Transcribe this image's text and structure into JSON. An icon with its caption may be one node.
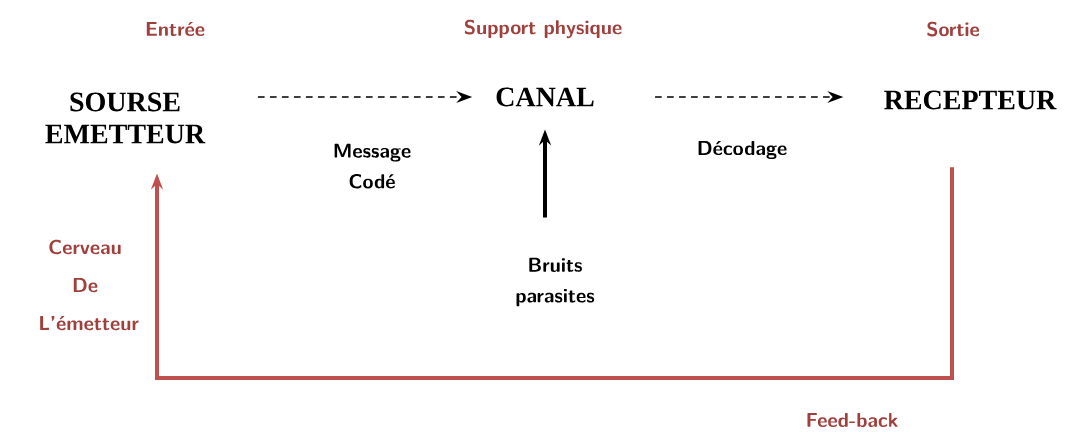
{
  "diagram": {
    "nodes": [
      {
        "text": [
          "SOURSE EMETTEUR"
        ]
      },
      {
        "text": [
          "CANAL"
        ]
      },
      {
        "text": [
          "RECEPTEUR"
        ]
      },
      {
        "text": [
          "Bruits parasites"
        ]
      }
    ],
    "edges": [
      {
        "from": 0,
        "to": 1,
        "arrow": "to",
        "label": "Message Codé",
        "style": "dashed"
      },
      {
        "from": 1,
        "to": 2,
        "arrow": "to",
        "label": "Décodage",
        "style": "dashed"
      },
      {
        "from": 3,
        "to": 1,
        "arrow": "to",
        "style": "thick"
      },
      {
        "from": 2,
        "to": 0,
        "arrow": "to",
        "label": "Feed-back",
        "style": "thick",
        "color": "#c0504d"
      }
    ],
    "labels": [
      "Entrée",
      "Support physique",
      "Sortie",
      "Cerveau De L’émetteur"
    ]
  }
}
